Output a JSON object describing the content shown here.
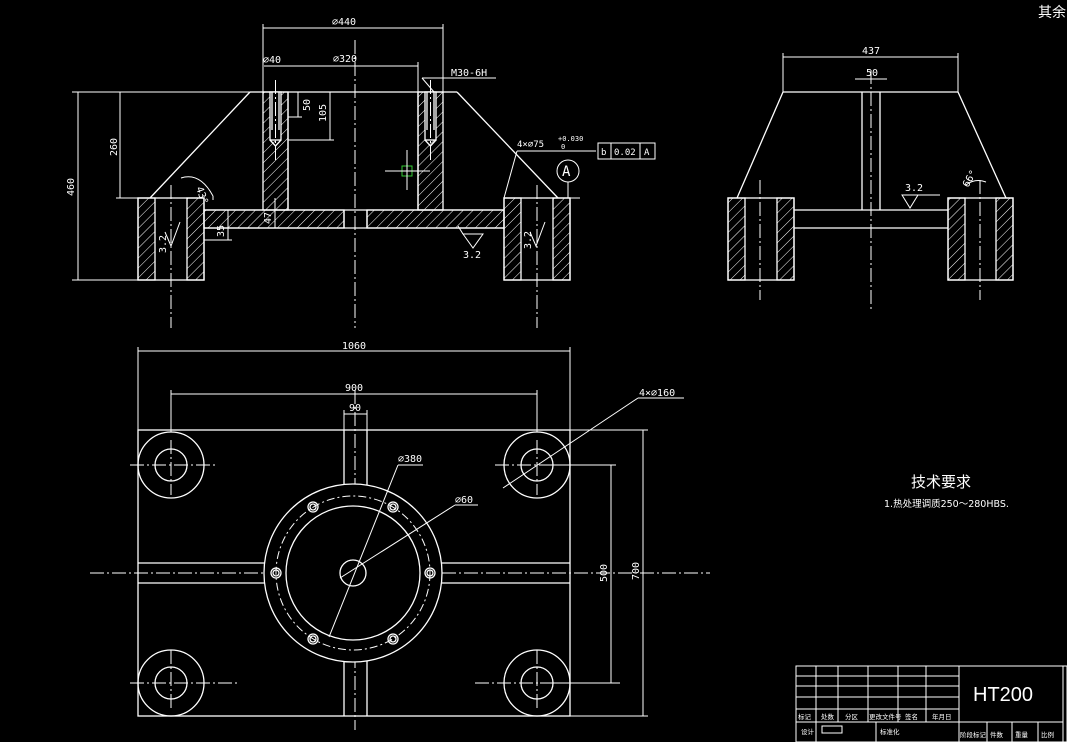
{
  "corner_text": "其余",
  "material": "HT200",
  "tech_req": {
    "title": "技术要求",
    "item": "1.热处理调质250～280HBS."
  },
  "front_view": {
    "dim_overall_width": "⌀440",
    "dim_bore": "⌀320",
    "dim_small_bore": "⌀40",
    "dim_thread": "M30-6H",
    "dim_height_total": "460",
    "dim_height_upper": "260",
    "dim_depth_50": "50",
    "dim_depth_105": "105",
    "dim_angle": "43°",
    "dim_rib_35": "35",
    "dim_rib_47": "47",
    "hole_note": "4×⌀75",
    "hole_tol_upper": "+0.030",
    "hole_tol_lower": "0",
    "gdt_tolerance": "0.02",
    "gdt_datum": "A",
    "datum_label": "A",
    "roughness_left": "3.2",
    "roughness_right": "3.2",
    "roughness_center": "3.2"
  },
  "side_view": {
    "dim_width": "437",
    "dim_web": "50",
    "dim_angle": "66°",
    "roughness": "3.2"
  },
  "top_view": {
    "dim_length": "1060",
    "dim_hole_spacing": "900",
    "dim_slot": "90",
    "dim_corner_holes": "4×⌀160",
    "dim_flange": "⌀380",
    "dim_center_hole": "⌀60",
    "dim_hole_spacing_v": "500",
    "dim_width": "700"
  },
  "title_block": {
    "row_labels": [
      "标记",
      "处数",
      "分区",
      "更改文件号",
      "签名",
      "年月日"
    ],
    "design": "设计",
    "standard": "标准化",
    "stage_mark": "阶段标记",
    "weight": "重量",
    "scale": "比例",
    "count": "件数"
  }
}
